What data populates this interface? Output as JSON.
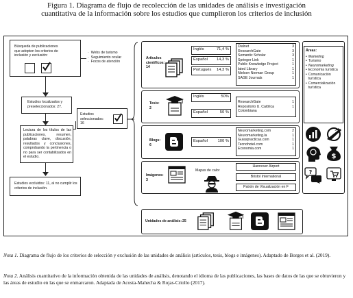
{
  "figure": {
    "title_line1": "Figura 1. Diagrama de flujo de recolección de las unidades de análisis e investigación",
    "title_line2": "cuantitativa de la información sobre los estudios que cumplieron los criterios de inclusión"
  },
  "flow": {
    "search_text": "Búsqueda de publicaciones que adopten los criterios de inclusión y exclusión:",
    "criteria": [
      "Webs de turismo",
      "Seguimiento ocular",
      "Focos de atención"
    ],
    "located": "Estudios localizados y preseleccionados: 27.",
    "reading": "Lectura de los títulos de las publicaciones, resumen, palabras clave, discusión, resultados y conclusiones, comprobando la pertinencia o no para ser contabilizados en el estudio.",
    "excluded": "Estudios excluidos: 11, al no cumplir los criterios de inclusión.",
    "selected": "Estudios seleccionados: 16"
  },
  "articles": {
    "label": "Artículos científicos:",
    "count": "14",
    "languages": [
      {
        "lang": "Inglés",
        "pct": "71,4 %"
      },
      {
        "lang": "Español",
        "pct": "14,3 %"
      },
      {
        "lang": "Portugués",
        "pct": "14,3 %"
      }
    ],
    "sources": [
      {
        "name": "Dialnet",
        "n": "3"
      },
      {
        "name": "ResearchGate",
        "n": "3"
      },
      {
        "name": "Semantic Scholar",
        "n": "3"
      },
      {
        "name": "Springer Link",
        "n": "1"
      },
      {
        "name": "Public Knowledge Project",
        "n": "1"
      },
      {
        "name": "lated Library",
        "n": "1"
      },
      {
        "name": "Nielsen Norman Group",
        "n": "1"
      },
      {
        "name": "SAGE Journals",
        "n": "1"
      }
    ]
  },
  "theses": {
    "label": "Tesis:",
    "count": "2",
    "languages": [
      {
        "lang": "Inglés",
        "pct": "50%"
      },
      {
        "lang": "Español",
        "pct": "50 %"
      }
    ],
    "sources": [
      {
        "name": "ResearchGate",
        "n": "1"
      },
      {
        "name": "Repositorio U. Católica Colombiana",
        "n": "1"
      }
    ]
  },
  "blogs": {
    "label": "Blogs:",
    "count": "6",
    "language": {
      "lang": "Español",
      "pct": "100 %"
    },
    "sources": [
      {
        "name": "Neuromarketing.com",
        "n": "2"
      },
      {
        "name": "Neuromarketing.la",
        "n": "1"
      },
      {
        "name": "Guiaspracticas.com",
        "n": "1"
      },
      {
        "name": "Tecnohotel.com",
        "n": "1"
      },
      {
        "name": "Economia.com",
        "n": "1"
      }
    ]
  },
  "images": {
    "label": "Imágenes:",
    "count": "3",
    "heatmap": "Mapas de calor",
    "sources": [
      "Hannover Airport",
      "Bristol International",
      "Patrón de Visualización en F"
    ]
  },
  "areas": {
    "title": "Áreas:",
    "items": [
      {
        "text": "Marketing",
        "italic": true
      },
      {
        "text": "Turismo",
        "italic": false
      },
      {
        "text": "Neuromarketing",
        "italic": true
      },
      {
        "text": "Economía turística",
        "italic": false
      },
      {
        "text": "Comunicación turística",
        "italic": false
      },
      {
        "text": "Comercialización turística",
        "italic": false
      }
    ]
  },
  "units": {
    "label": "Unidades de análisis:",
    "count": "25"
  },
  "notes": {
    "n1_label": "Nota 1.",
    "n1_text": " Diagrama de flujo de los criterios de selección y exclusión de las unidades de análisis (artículos, tesis, blogs e imágenes). Adaptado de Borges et al. (2019).",
    "n2_label": "Nota 2.",
    "n2_text": " Análisis cuantitativo de la información obtenida de las unidades de análisis, denotando el idioma de las publicaciones, las bases de datos de las que se obtuvieron y las áreas de estudio en las que se enmarcaron. Adaptada de Acosta-Mahecha & Rojas-Criollo (2017)."
  },
  "icons": [
    "document-stack-icon",
    "graduation-cap-icon",
    "blogger-icon",
    "image-gallery-icon",
    "detective-icon",
    "checkbox-icon",
    "analytics-icon",
    "travel-icon",
    "head-brain-icon",
    "money-icon",
    "communication-icon",
    "commerce-icon"
  ]
}
